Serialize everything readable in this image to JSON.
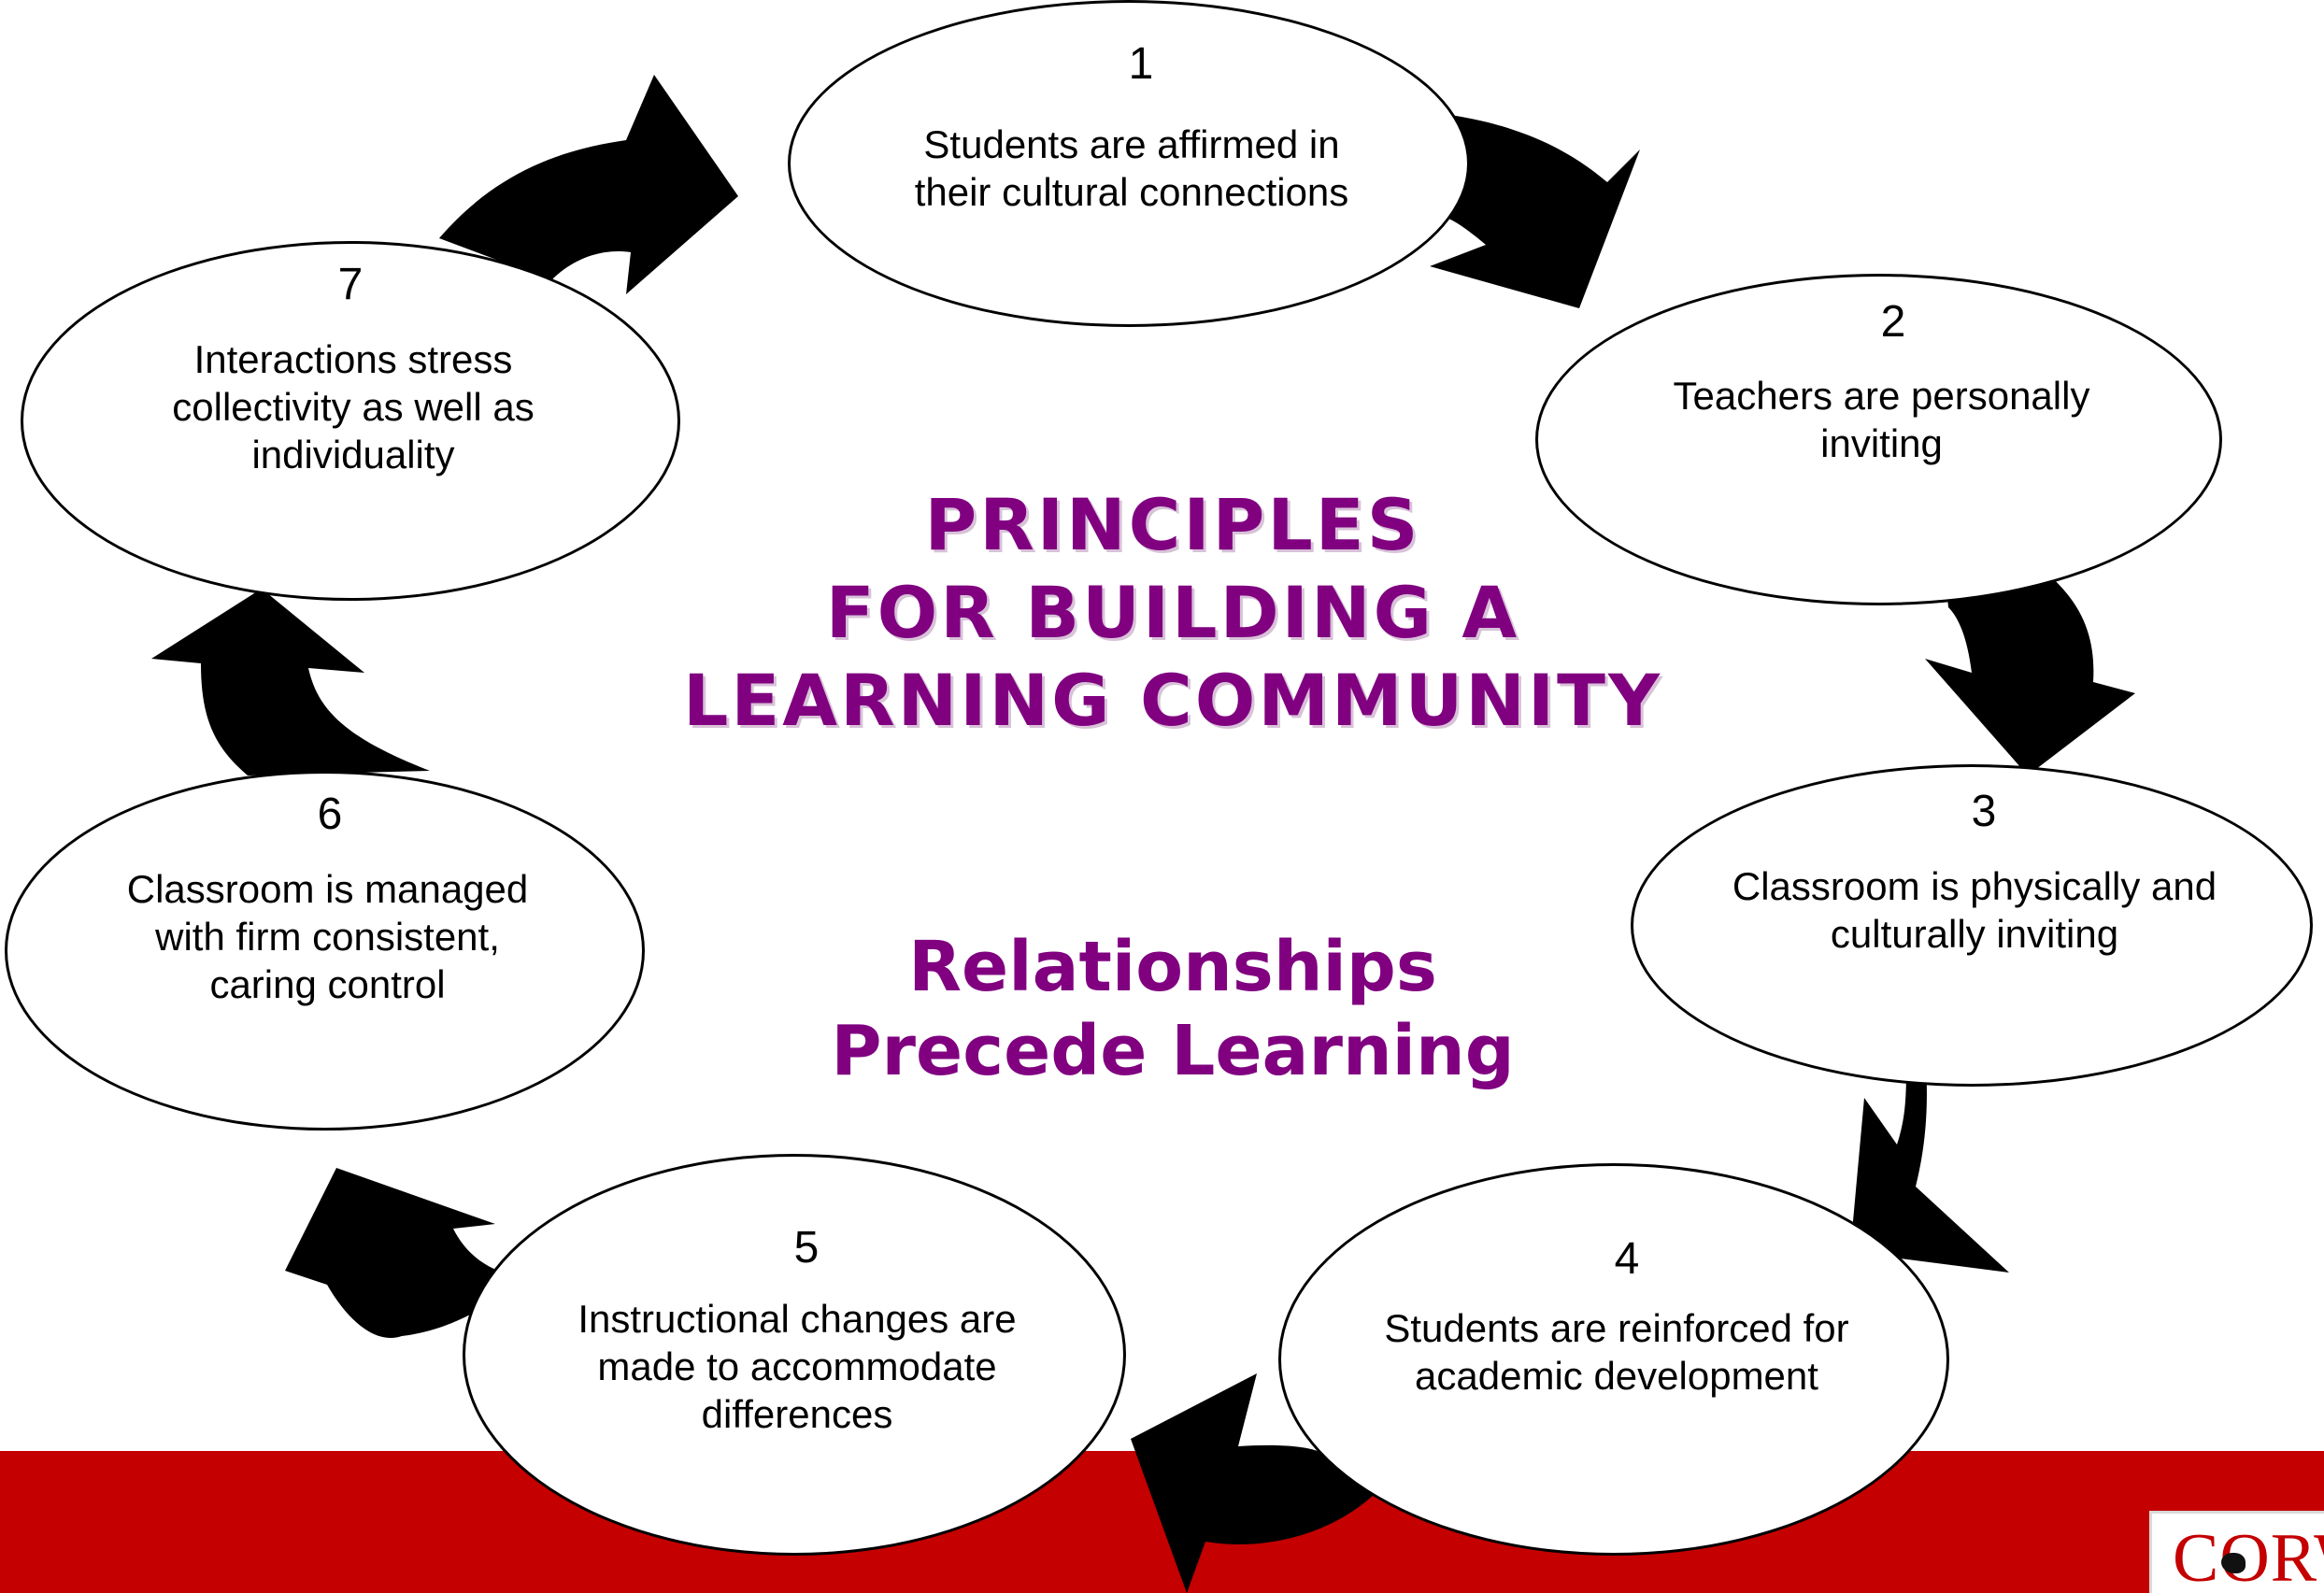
{
  "title": "PRINCIPLES\nFOR BUILDING A\nLEARNING COMMUNITY",
  "subtitle": "Relationships\nPrecede Learning",
  "principles": [
    {
      "number": "1",
      "text": "Students are affirmed in\ntheir cultural connections"
    },
    {
      "number": "2",
      "text": "Teachers are personally\ninviting"
    },
    {
      "number": "3",
      "text": "Classroom is physically and\nculturally inviting"
    },
    {
      "number": "4",
      "text": "Students are reinforced for\nacademic development"
    },
    {
      "number": "5",
      "text": "Instructional changes are\nmade to accommodate\ndifferences"
    },
    {
      "number": "6",
      "text": "Classroom is managed\nwith firm consistent,\ncaring control"
    },
    {
      "number": "7",
      "text": "Interactions stress\ncollectivity as well as\nindividuality"
    }
  ],
  "logo": {
    "text": "CORW"
  },
  "colors": {
    "title": "#800080",
    "footer": "#c40000",
    "arrow": "#000000"
  }
}
